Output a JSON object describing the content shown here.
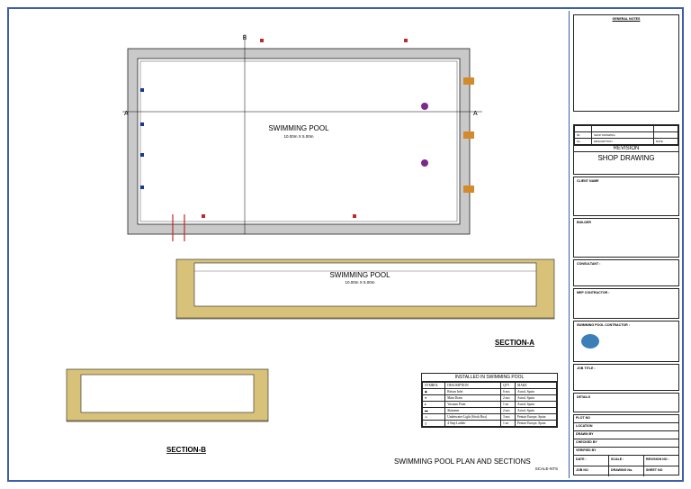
{
  "plan": {
    "title": "SWIMMING POOL",
    "size": "10.00m X 5.00m",
    "marker_b": "B",
    "marker_a_left": "A",
    "marker_a_right": "A"
  },
  "section_a": {
    "pool_title": "SWIMMING POOL",
    "pool_size": "10.00m X 5.00m",
    "label": "SECTION-A"
  },
  "section_b": {
    "label": "SECTION-B"
  },
  "sheet_title": "SWIMMING POOL PLAN AND SECTIONS",
  "scale": "SCALE-NTS",
  "legend": {
    "caption": "INSTALLED IN SWIMMING POOL",
    "headers": [
      "SYMBOL",
      "DESCRIPTION",
      "QTY",
      "MAKE"
    ],
    "rows": [
      {
        "description": "Return Inlet",
        "qty": "6 nos",
        "make": "Astral, Spain"
      },
      {
        "description": "Main Drain",
        "qty": "2 nos",
        "make": "Astral, Spain"
      },
      {
        "description": "Vacuum Point",
        "qty": "1 no",
        "make": "Astral, Spain"
      },
      {
        "description": "Skimmer",
        "qty": "2 nos",
        "make": "Astral, Spain"
      },
      {
        "description": "Underwater Light (Stock Box)",
        "qty": "3 nos",
        "make": "Pentair Europe, Spain"
      },
      {
        "description": "4 Step Ladder",
        "qty": "1 no",
        "make": "Pentair Europe, Spain"
      }
    ]
  },
  "title_block": {
    "notes_heading": "GENERAL NOTES",
    "revision_no": "00",
    "revision_desc": "SHOP DRAWING",
    "rev_headers": [
      "No.",
      "DESCRIPTION",
      "DATE"
    ],
    "revision_label": "REVISION",
    "drawing_type": "SHOP DRAWING",
    "client_label": "CLIENT NAME",
    "builder_label": "BUILDER",
    "consultant_label": "CONSULTANT :",
    "mep_label": "MEP CONTRACTOR :",
    "pool_contractor_label": "SWIMMING POOL CONTRACTOR :",
    "job_title_label": "JOB TITLE :",
    "details_label": "DETAILS",
    "plot_label": "PLOT NO",
    "location_label": "LOCATION",
    "drawn_label": "DRAWN BY",
    "checked_label": "CHECKED BY",
    "verified_label": "VERIFIED BY",
    "date_label": "DATE :",
    "scale_label": "SCALE :",
    "revision_cell": "REVISION NO :",
    "job_label": "JOB NO",
    "drawing_no_label": "DRAWING No.",
    "sheet_label": "SHEET NO"
  }
}
